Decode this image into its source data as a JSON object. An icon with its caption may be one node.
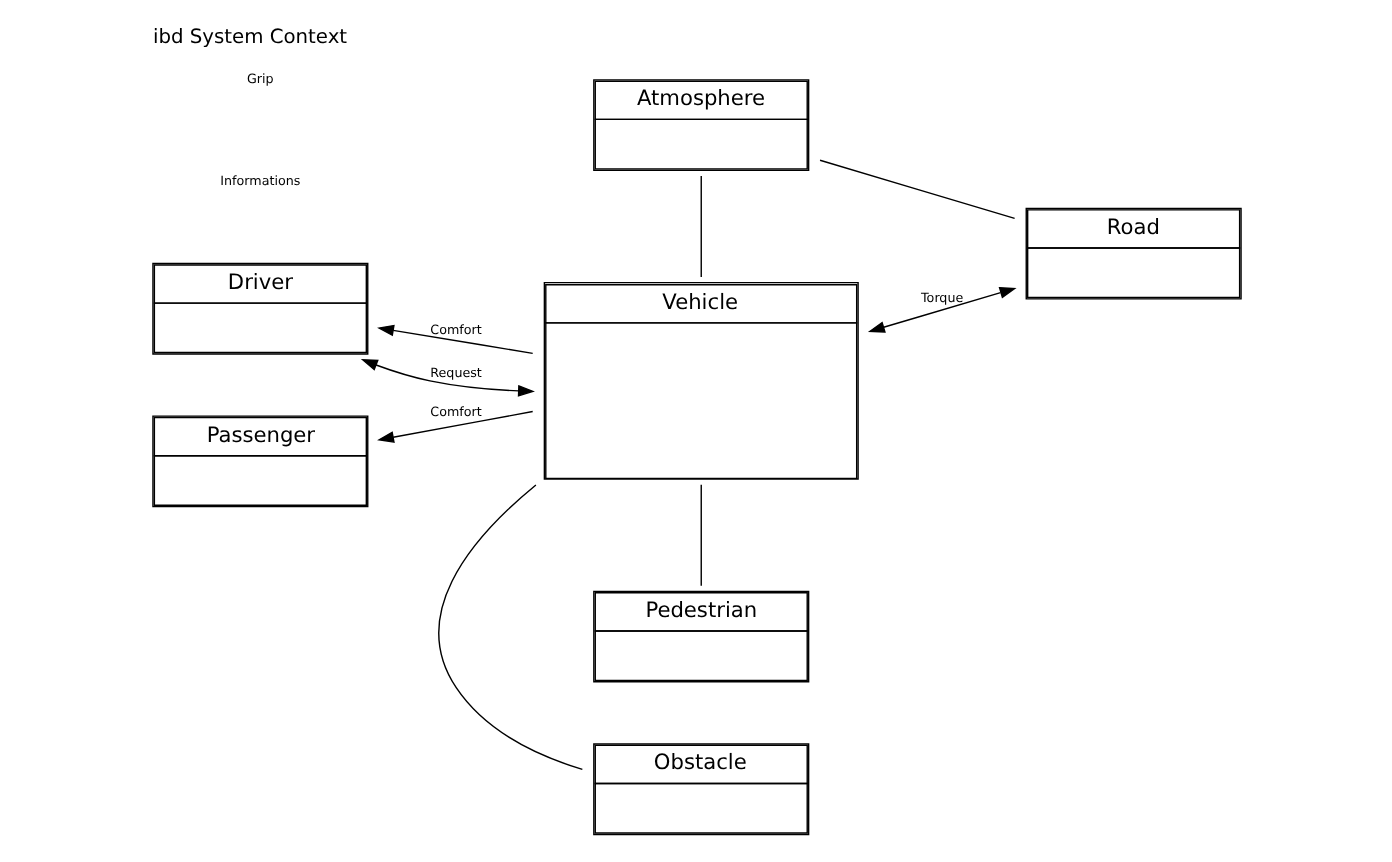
{
  "diagram": {
    "title": "ibd System Context",
    "nodes": [
      {
        "text": [
          "Atmosphere"
        ]
      },
      {
        "text": [
          "Driver"
        ]
      },
      {
        "text": [
          "Vehicle"
        ]
      },
      {
        "text": [
          "Road"
        ]
      },
      {
        "text": [
          "Passenger"
        ]
      },
      {
        "text": [
          "Obstacle"
        ]
      },
      {
        "text": [
          "Pedestrian"
        ]
      }
    ],
    "edges": [
      {
        "from": 0,
        "to": 2,
        "arrow": "none"
      },
      {
        "from": 0,
        "to": 3,
        "arrow": "none"
      },
      {
        "from": 1,
        "to": 2,
        "arrow": "both",
        "label": "Request"
      },
      {
        "from": 2,
        "to": 1,
        "arrow": "to",
        "label": "Comfort"
      },
      {
        "from": 2,
        "to": 4,
        "arrow": "to",
        "label": "Comfort"
      },
      {
        "from": 2,
        "to": 3,
        "arrow": "both",
        "label": "Torque"
      },
      {
        "from": 2,
        "to": 5,
        "arrow": "none"
      },
      {
        "from": 2,
        "to": 6,
        "arrow": "none"
      }
    ],
    "labels": [
      "Informations",
      "Grip"
    ]
  }
}
